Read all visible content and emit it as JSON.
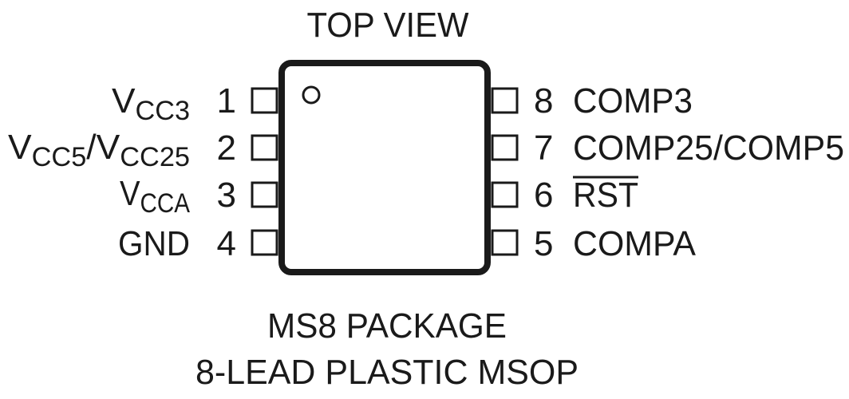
{
  "title": "TOP VIEW",
  "package": {
    "line1": "MS8 PACKAGE",
    "line2": "8-LEAD PLASTIC MSOP"
  },
  "pins": {
    "p1": {
      "number": "1",
      "main": "V",
      "sub": "CC3"
    },
    "p2": {
      "number": "2",
      "main": "V",
      "sub": "CC5",
      "main2": "/V",
      "sub2": "CC25"
    },
    "p3": {
      "number": "3",
      "main": "V",
      "sub": "CCA"
    },
    "p4": {
      "number": "4",
      "label": "GND"
    },
    "p5": {
      "number": "5",
      "label": "COMPA"
    },
    "p6": {
      "number": "6",
      "label": "RST",
      "overline": true
    },
    "p7": {
      "number": "7",
      "label": "COMP25/COMP5"
    },
    "p8": {
      "number": "8",
      "label": "COMP3"
    }
  },
  "colors": {
    "ink": "#1a1a1a",
    "background": "#ffffff"
  }
}
